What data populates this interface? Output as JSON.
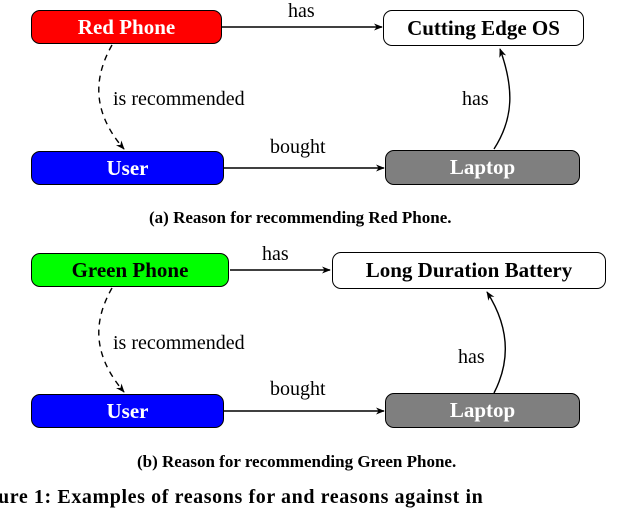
{
  "colors": {
    "red": "#ff0000",
    "green": "#00ff00",
    "blue": "#0000ff",
    "gray": "#7f7f7f",
    "stroke": "#000000"
  },
  "panel_a": {
    "red_phone": "Red Phone",
    "cutting_edge_os": "Cutting Edge OS",
    "user": "User",
    "laptop": "Laptop",
    "edge_has_top": "has",
    "edge_is_recommended": "is recommended",
    "edge_bought": "bought",
    "edge_has_right": "has",
    "caption": "(a) Reason for recommending Red Phone."
  },
  "panel_b": {
    "green_phone": "Green Phone",
    "long_duration_battery": "Long Duration Battery",
    "user": "User",
    "laptop": "Laptop",
    "edge_has_top": "has",
    "edge_is_recommended": "is recommended",
    "edge_bought": "bought",
    "edge_has_right": "has",
    "caption": "(b) Reason for recommending Green Phone."
  },
  "figure_caption": "ure 1: Examples of reasons for and reasons against in"
}
